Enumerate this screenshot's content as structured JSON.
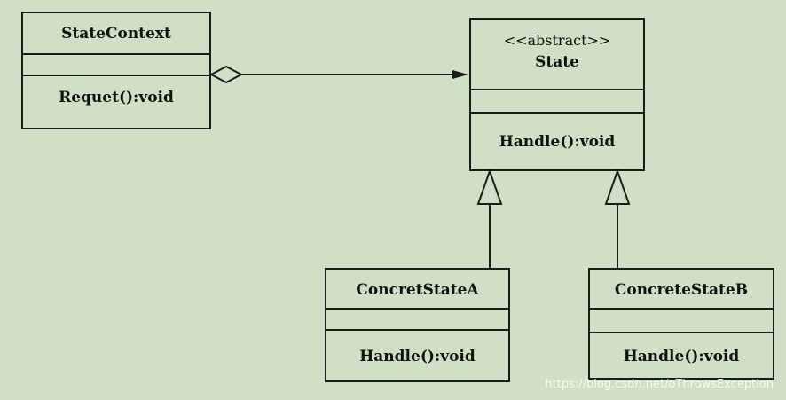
{
  "classes": {
    "state_context": {
      "name": "StateContext",
      "method": "Requet():void"
    },
    "state": {
      "stereotype": "<<abstract>>",
      "name": "State",
      "method": "Handle():void"
    },
    "concrete_a": {
      "name": "ConcretStateA",
      "method": "Handle():void"
    },
    "concrete_b": {
      "name": "ConcreteStateB",
      "method": "Handle():void"
    }
  },
  "relationships": [
    {
      "type": "aggregation",
      "from": "StateContext",
      "to": "State"
    },
    {
      "type": "generalization",
      "from": "ConcretStateA",
      "to": "State"
    },
    {
      "type": "generalization",
      "from": "ConcreteStateB",
      "to": "State"
    }
  ],
  "watermark": "https://blog.csdn.net/oThrowsException",
  "colors": {
    "background": "#cfe0c6",
    "line": "#1b1b1b"
  }
}
